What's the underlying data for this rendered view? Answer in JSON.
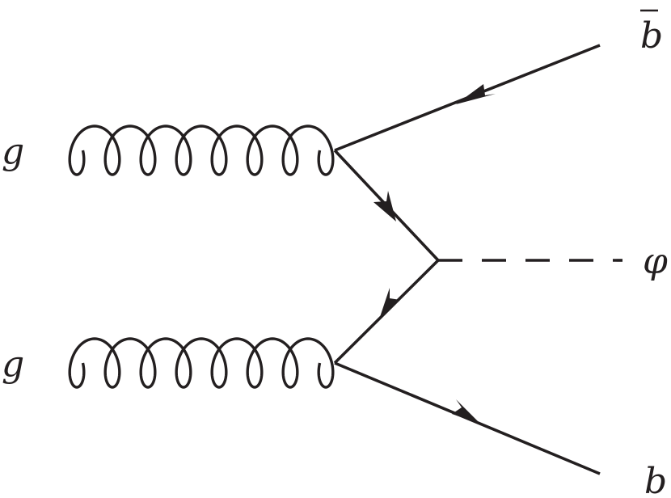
{
  "diagram": {
    "particles": {
      "gluon_top_label": "g",
      "gluon_bottom_label": "g",
      "antiquark_label": "b",
      "scalar_label": "φ",
      "quark_label": "b"
    },
    "colors": {
      "ink": "#231f20",
      "background": "#ffffff"
    },
    "line_styles": {
      "gluon": "curly",
      "fermion": "solid-arrow",
      "scalar": "dashed"
    }
  }
}
